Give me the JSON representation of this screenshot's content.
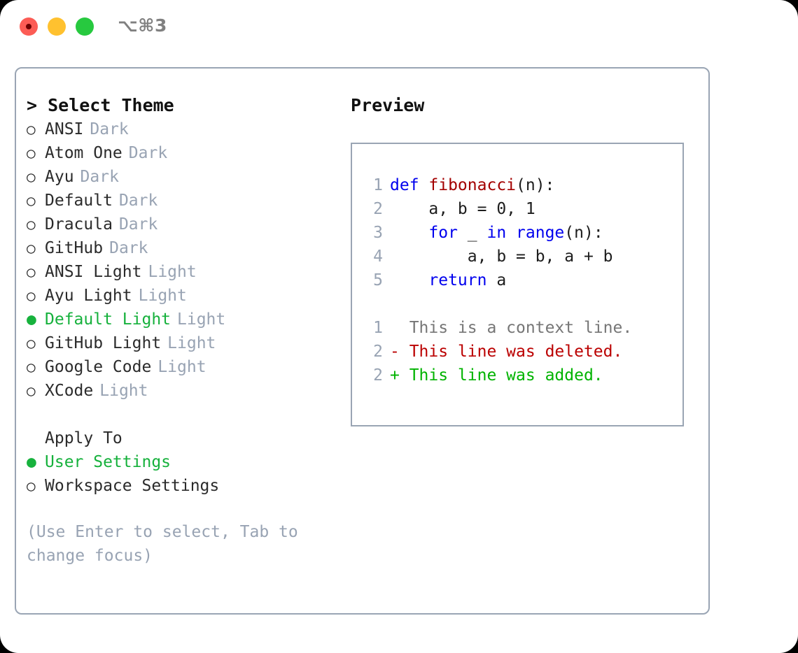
{
  "window": {
    "shortcut": "⌥⌘3",
    "traffic_lights": [
      "close-red",
      "minimize-yellow",
      "zoom-green"
    ]
  },
  "theme_picker": {
    "prompt": "> Select Theme",
    "unselected_bullet": "○",
    "selected_bullet": "●",
    "themes": [
      {
        "name": "ANSI",
        "badge": "Dark",
        "selected": false
      },
      {
        "name": "Atom One",
        "badge": "Dark",
        "selected": false
      },
      {
        "name": "Ayu",
        "badge": "Dark",
        "selected": false
      },
      {
        "name": "Default",
        "badge": "Dark",
        "selected": false
      },
      {
        "name": "Dracula",
        "badge": "Dark",
        "selected": false
      },
      {
        "name": "GitHub",
        "badge": "Dark",
        "selected": false
      },
      {
        "name": "ANSI Light",
        "badge": "Light",
        "selected": false
      },
      {
        "name": "Ayu Light",
        "badge": "Light",
        "selected": false
      },
      {
        "name": "Default Light",
        "badge": "Light",
        "selected": true
      },
      {
        "name": "GitHub Light",
        "badge": "Light",
        "selected": false
      },
      {
        "name": "Google Code",
        "badge": "Light",
        "selected": false
      },
      {
        "name": "XCode",
        "badge": "Light",
        "selected": false
      }
    ]
  },
  "apply_to": {
    "title": "Apply To",
    "options": [
      {
        "name": "User Settings",
        "selected": true
      },
      {
        "name": "Workspace Settings",
        "selected": false
      }
    ]
  },
  "hint": "(Use Enter to select, Tab to change focus)",
  "preview": {
    "title": "Preview",
    "code_lines": [
      {
        "no": "1",
        "segments": [
          {
            "t": "def ",
            "c": "kw"
          },
          {
            "t": "fibonacci",
            "c": "fn"
          },
          {
            "t": "(n):",
            "c": "plain"
          }
        ]
      },
      {
        "no": "2",
        "segments": [
          {
            "t": "    a, b = 0, 1",
            "c": "plain"
          }
        ]
      },
      {
        "no": "3",
        "segments": [
          {
            "t": "    ",
            "c": "plain"
          },
          {
            "t": "for",
            "c": "kw"
          },
          {
            "t": " _ ",
            "c": "plain"
          },
          {
            "t": "in",
            "c": "kw"
          },
          {
            "t": " ",
            "c": "plain"
          },
          {
            "t": "range",
            "c": "kw"
          },
          {
            "t": "(n):",
            "c": "plain"
          }
        ]
      },
      {
        "no": "4",
        "segments": [
          {
            "t": "        a, b = b, a + b",
            "c": "plain"
          }
        ]
      },
      {
        "no": "5",
        "segments": [
          {
            "t": "    ",
            "c": "plain"
          },
          {
            "t": "return",
            "c": "kw"
          },
          {
            "t": " a",
            "c": "plain"
          }
        ]
      }
    ],
    "diff_lines": [
      {
        "no": "1",
        "marker": "  ",
        "text": "This is a context line.",
        "kind": "ctx"
      },
      {
        "no": "2",
        "marker": "- ",
        "text": "This line was deleted.",
        "kind": "del"
      },
      {
        "no": "2",
        "marker": "+ ",
        "text": "This line was added.",
        "kind": "add"
      }
    ]
  },
  "colors": {
    "accent_green": "#16b13c",
    "muted": "#98a3b3",
    "border": "#9aa5b4",
    "keyword": "#0000ee",
    "function": "#a30000",
    "diff_add": "#00b300",
    "diff_del": "#bb0000"
  }
}
